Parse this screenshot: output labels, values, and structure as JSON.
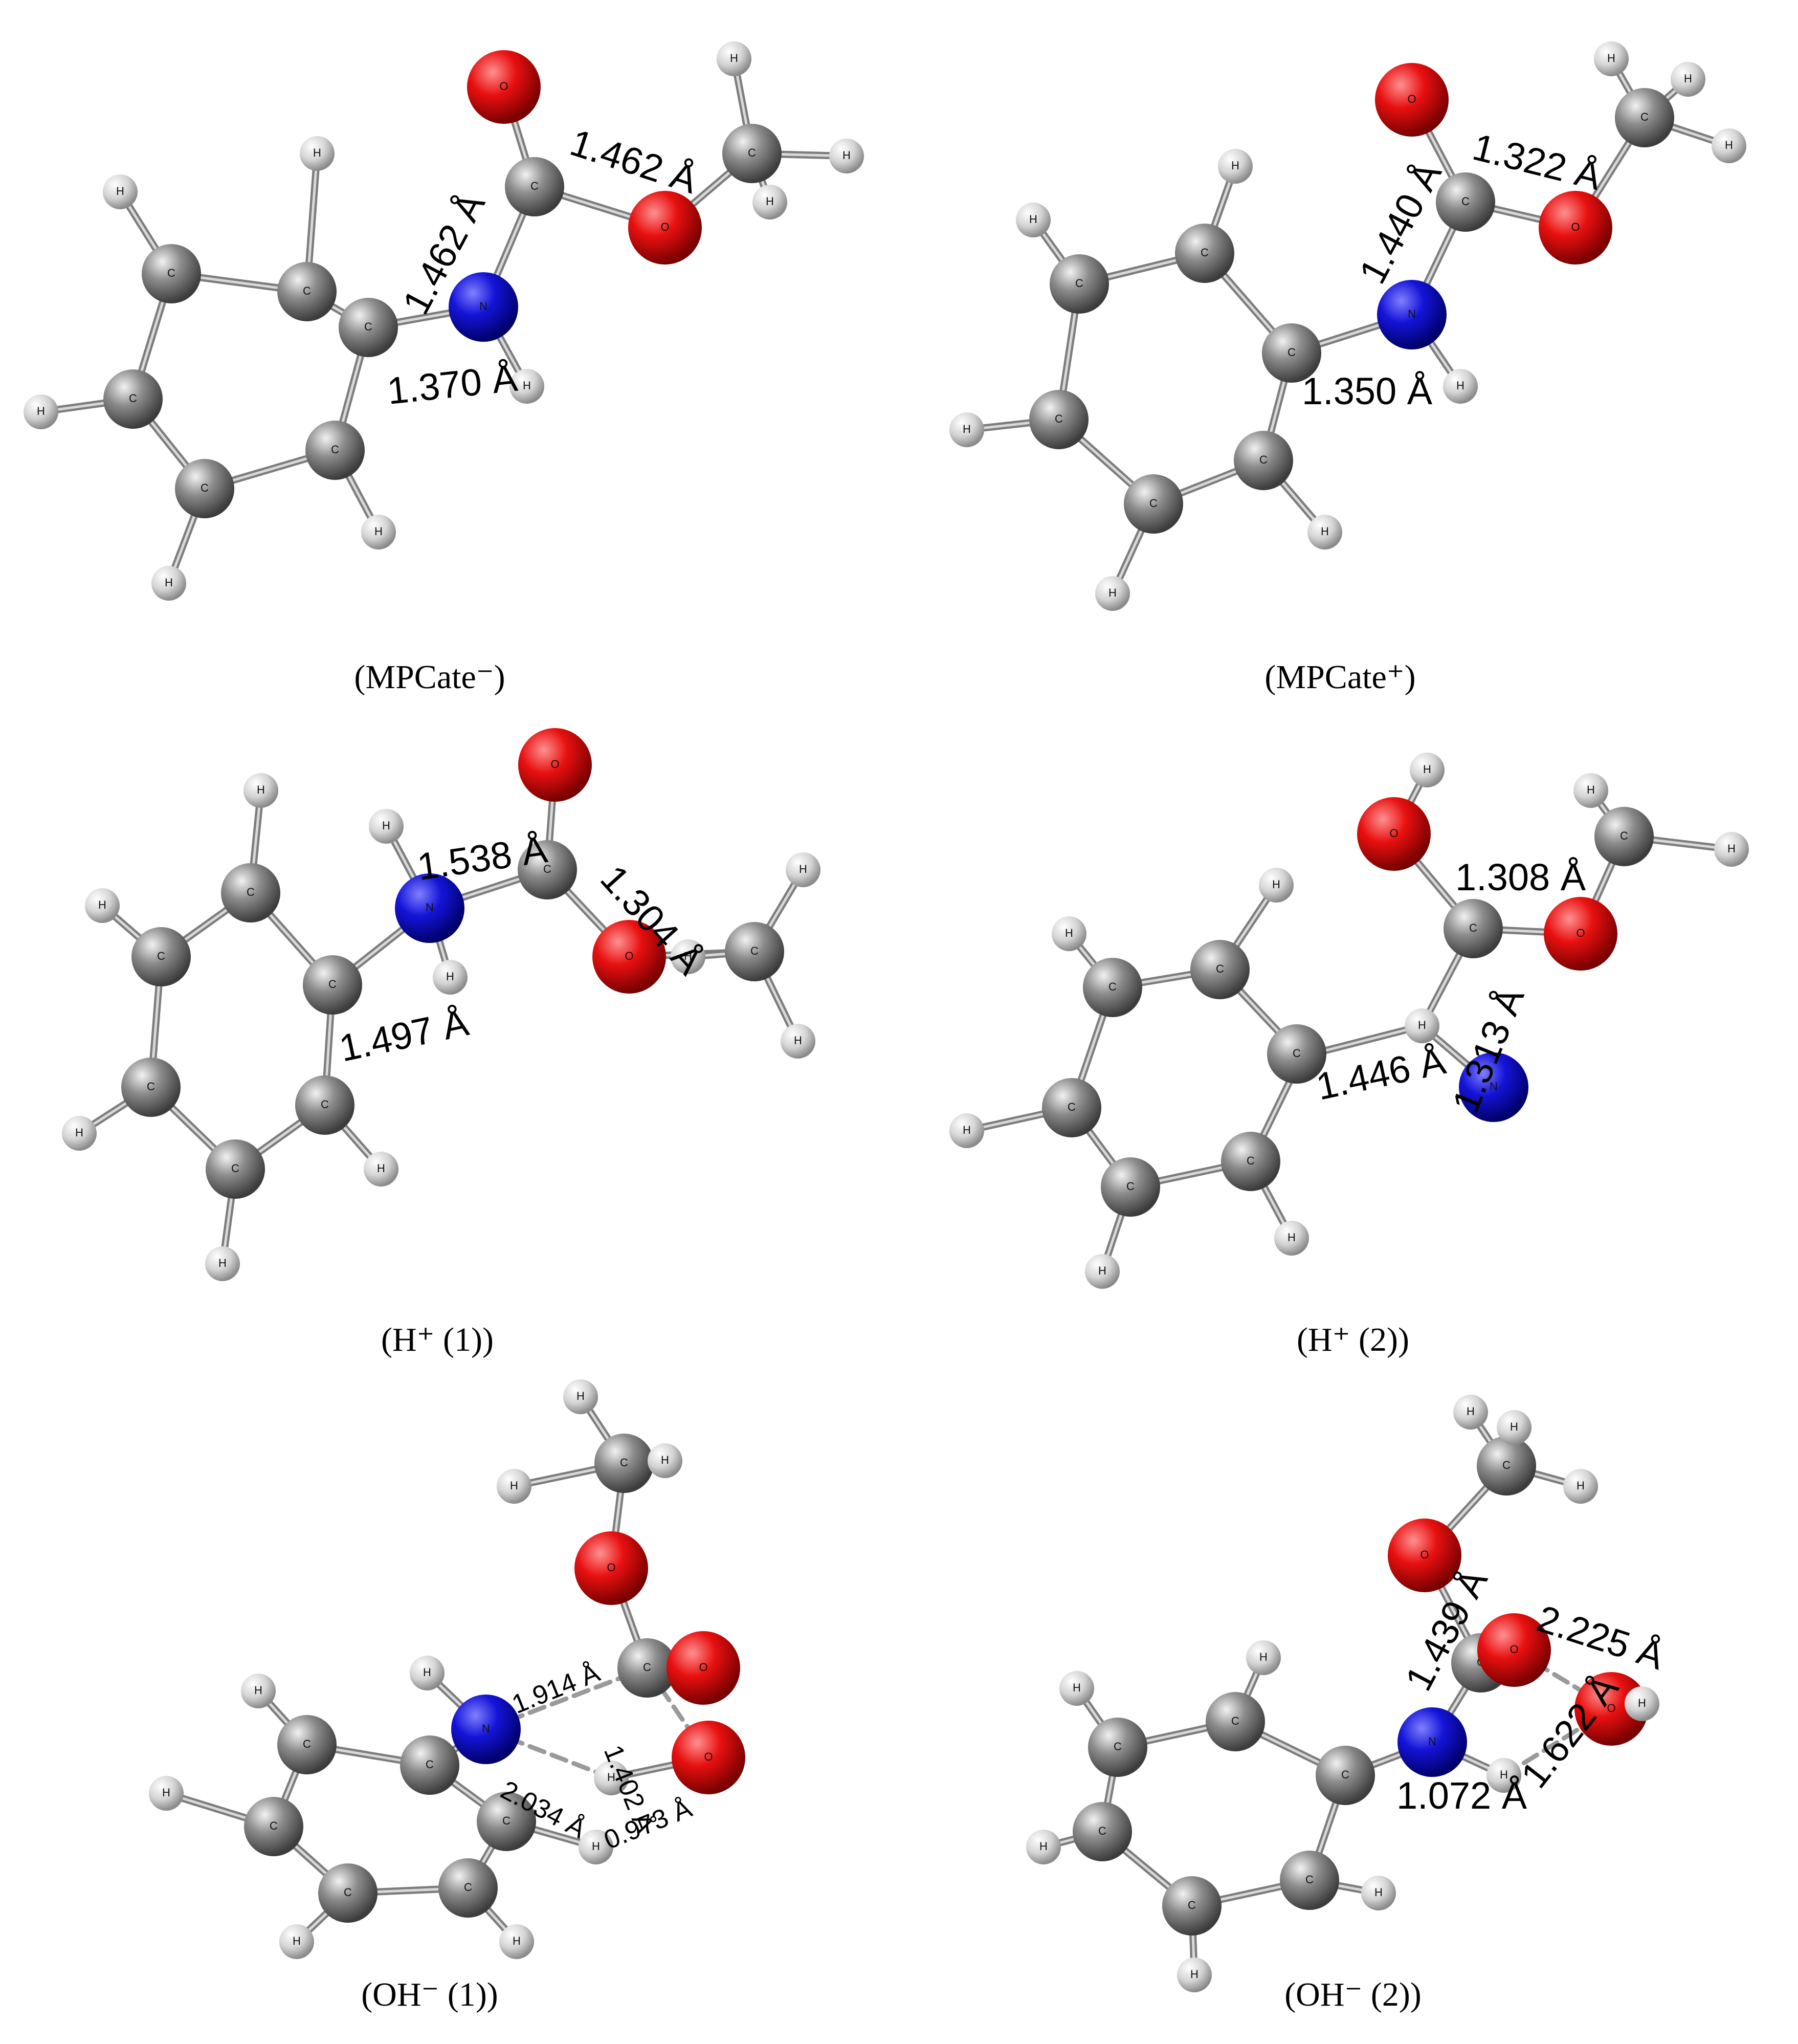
{
  "colors": {
    "carbon": "#7a7a7a",
    "hydrogen": "#d8d8d8",
    "nitrogen": "#1a1ad6",
    "oxygen": "#e01010",
    "background": "#ffffff"
  },
  "panels": [
    {
      "caption": "(MPCate⁻)",
      "atom_labels": [
        "O",
        "C",
        "O",
        "C",
        "H",
        "H",
        "H",
        "N",
        "H",
        "C",
        "C",
        "C",
        "C",
        "C",
        "C",
        "H",
        "H",
        "H",
        "H",
        "H"
      ],
      "distances": [
        "1.462 Å",
        "1.462 Å",
        "1.370 Å"
      ]
    },
    {
      "caption": "(MPCate⁺)",
      "atom_labels": [
        "O",
        "C",
        "O",
        "C",
        "H",
        "H",
        "H",
        "N",
        "H",
        "C",
        "C",
        "C",
        "C",
        "C",
        "C",
        "H",
        "H",
        "H",
        "H",
        "H"
      ],
      "distances": [
        "1.440 Å",
        "1.322 Å",
        "1.350 Å"
      ]
    },
    {
      "caption": "(H⁺ (1))",
      "atom_labels": [
        "O",
        "C",
        "O",
        "C",
        "H",
        "H",
        "H",
        "N",
        "H",
        "H",
        "C",
        "C",
        "C",
        "C",
        "C",
        "C",
        "H",
        "H",
        "H",
        "H",
        "H"
      ],
      "distances": [
        "1.538 Å",
        "1.304 Å",
        "1.497 Å"
      ]
    },
    {
      "caption": "(H⁺ (2))",
      "atom_labels": [
        "O",
        "H",
        "C",
        "O",
        "C",
        "H",
        "H",
        "H",
        "N",
        "H",
        "C",
        "C",
        "C",
        "C",
        "C",
        "C",
        "H",
        "H",
        "H",
        "H",
        "H"
      ],
      "distances": [
        "1.308 Å",
        "1.313 Å",
        "1.446 Å"
      ]
    },
    {
      "caption": "(OH⁻ (1))",
      "atom_labels": [
        "C",
        "H",
        "H",
        "H",
        "O",
        "C",
        "O",
        "O",
        "N",
        "H",
        "H",
        "C",
        "C",
        "C",
        "C",
        "C",
        "C",
        "H",
        "H",
        "H",
        "H",
        "H"
      ],
      "distances": [
        "1.914 Å",
        "1.402 Å",
        "2.034 Å",
        "0.973 Å"
      ]
    },
    {
      "caption": "(OH⁻ (2))",
      "atom_labels": [
        "C",
        "H",
        "H",
        "H",
        "O",
        "C",
        "O",
        "O",
        "H",
        "N",
        "H",
        "C",
        "C",
        "C",
        "C",
        "C",
        "C",
        "H",
        "H",
        "H",
        "H",
        "H"
      ],
      "distances": [
        "1.439 Å",
        "2.225 Å",
        "1.622 Å",
        "1.072 Å"
      ]
    }
  ]
}
